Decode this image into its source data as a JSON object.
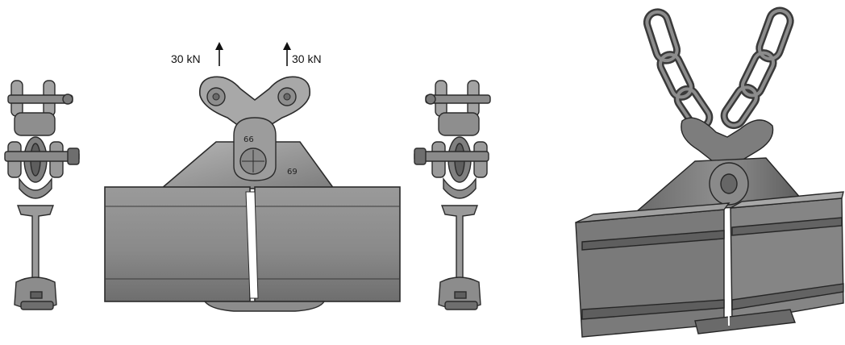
{
  "diagram": {
    "force_labels": {
      "left": "30 kN",
      "right": "30 kN"
    },
    "part_numbers": {
      "upper": "66",
      "lower": "69"
    },
    "colors": {
      "steel_light": "#a6a6a6",
      "steel_mid": "#8c8c8c",
      "steel_dark": "#5e5e5e",
      "outline": "#2b2b2b",
      "background": "#ffffff"
    }
  }
}
